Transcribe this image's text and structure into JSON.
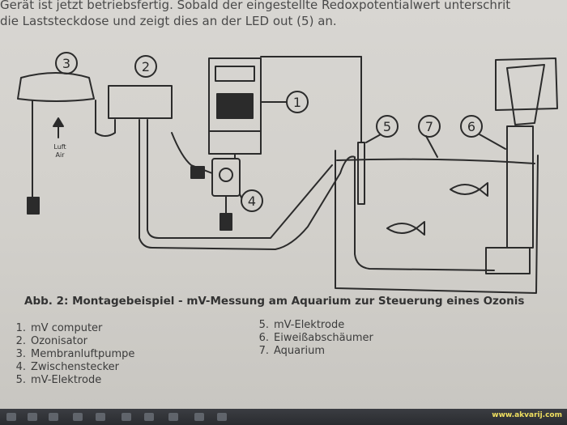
{
  "intro": {
    "line1": "Gerät ist jetzt betriebsfertig. Sobald der eingestellte Redoxpotentialwert unterschrit",
    "line2": "die Laststeckdose und zeigt dies an der LED out (5) an."
  },
  "diagram": {
    "callouts": [
      "3",
      "2",
      "1",
      "4",
      "5",
      "7",
      "6"
    ],
    "air_label_1": "Luft",
    "air_label_2": "Air"
  },
  "caption": "Abb. 2: Montagebeispiel - mV-Messung am Aquarium zur Steuerung eines Ozonis",
  "legend_left": [
    {
      "num": "1.",
      "label": "mV computer"
    },
    {
      "num": "2.",
      "label": "Ozonisator"
    },
    {
      "num": "3.",
      "label": "Membranluftpumpe"
    },
    {
      "num": "4.",
      "label": "Zwischenstecker"
    },
    {
      "num": "5.",
      "label": "mV-Elektrode"
    }
  ],
  "legend_right": [
    {
      "num": "5.",
      "label": "mV-Elektrode"
    },
    {
      "num": "6.",
      "label": "Eiweißabschäumer"
    },
    {
      "num": "7.",
      "label": "Aquarium"
    }
  ],
  "watermark": "www.akvarij.com",
  "colors": {
    "line": "#2b2b2b",
    "paper": "#d4d2cd"
  }
}
